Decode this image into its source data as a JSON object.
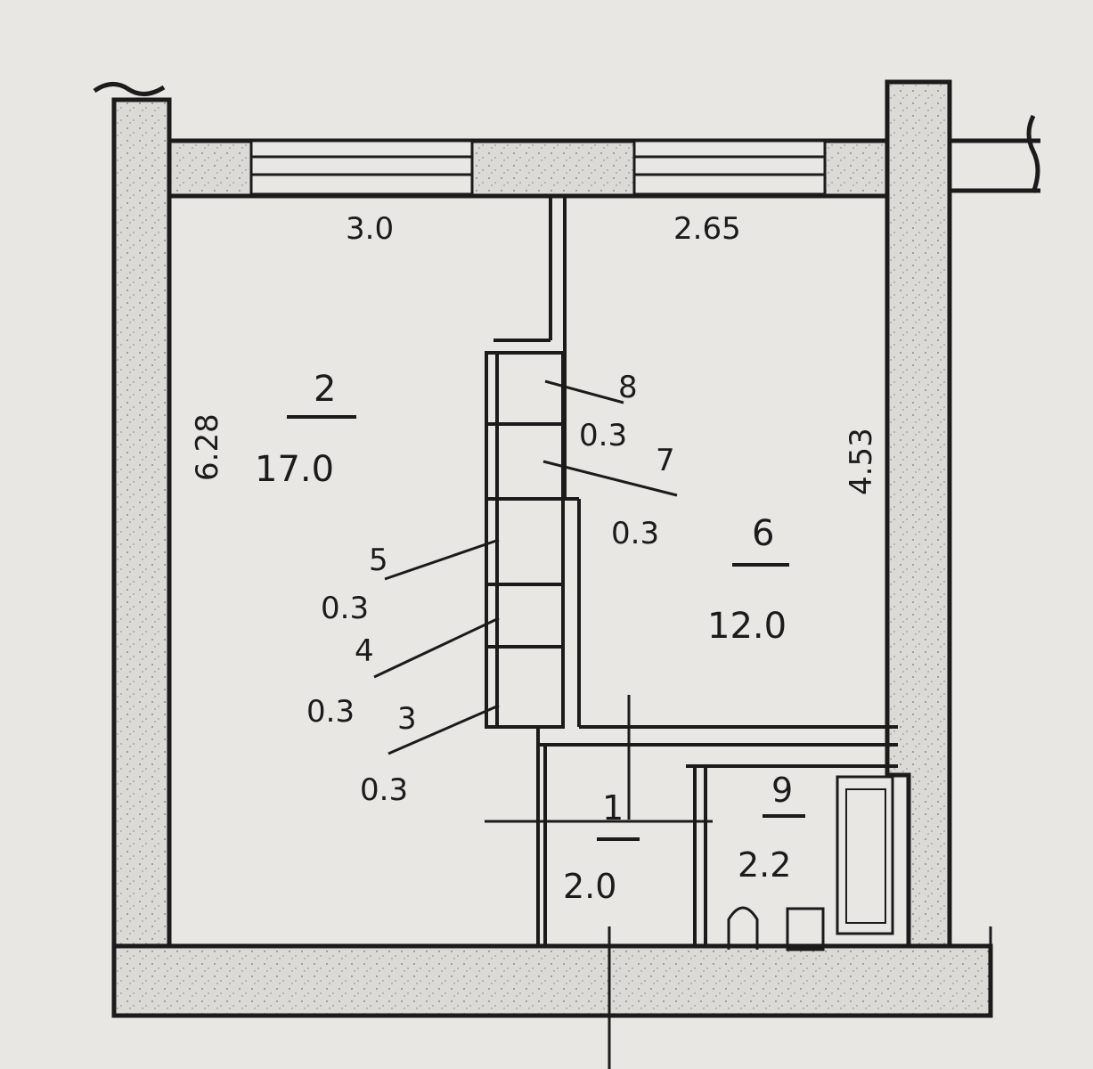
{
  "rooms": [
    {
      "number": "2",
      "area": "17.0"
    },
    {
      "number": "6",
      "area": "12.0"
    },
    {
      "number": "1",
      "area": "2.0"
    },
    {
      "number": "9",
      "area": "2.2"
    }
  ],
  "closets": [
    {
      "number": "8",
      "area": "0.3"
    },
    {
      "number": "7",
      "area": "0.3"
    },
    {
      "number": "5",
      "area": "0.3"
    },
    {
      "number": "4",
      "area": "0.3"
    },
    {
      "number": "3",
      "area": "0.3"
    }
  ],
  "dimensions": {
    "room2_width": "3.0",
    "room6_width": "2.65",
    "room2_length": "6.28",
    "room6_length": "4.53"
  },
  "colors": {
    "ink": "#1b1b1b",
    "paper": "#e9e7e4",
    "wall_fill": "#dcdad6"
  }
}
